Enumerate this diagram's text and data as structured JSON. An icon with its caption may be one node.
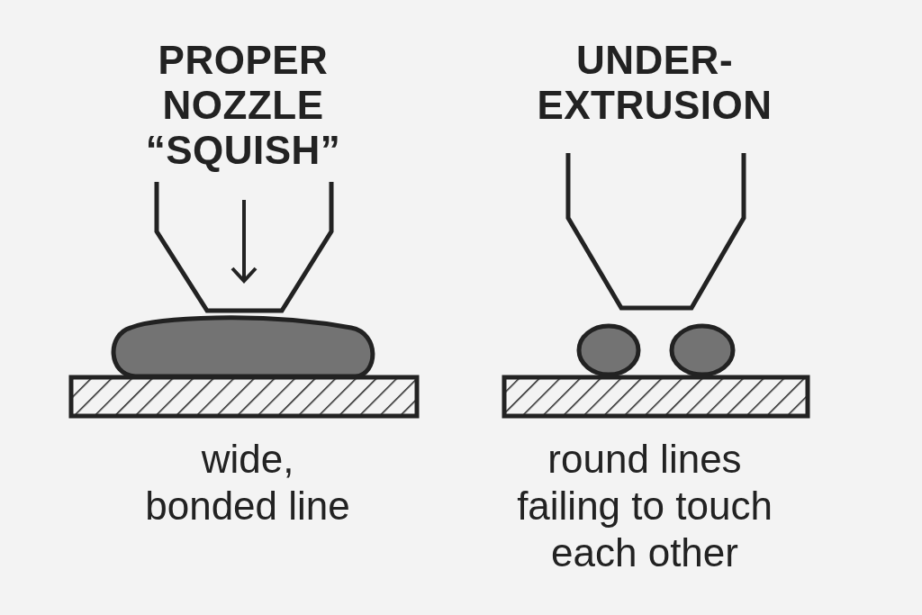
{
  "diagram": {
    "labels": [
      "PROPER NOZZLE “SQUISH”",
      "UNDER-EXTRUSION",
      "wide, bonded line",
      "round lines failing to touch each other"
    ]
  }
}
